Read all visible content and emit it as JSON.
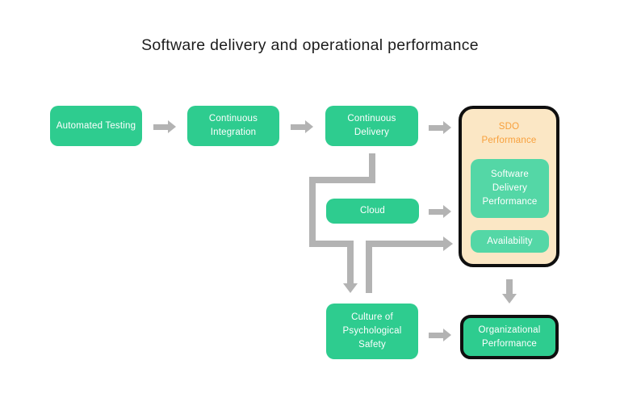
{
  "title": "Software delivery and operational performance",
  "nodes": {
    "automated_testing": {
      "label": "Automated Testing",
      "style": "green"
    },
    "continuous_integration": {
      "label": "Continuous Integration",
      "style": "green"
    },
    "continuous_delivery": {
      "label": "Continuous Delivery",
      "style": "green"
    },
    "cloud": {
      "label": "Cloud",
      "style": "green"
    },
    "culture_of_psychological_safety": {
      "label": "Culture of Psychological Safety",
      "style": "green"
    },
    "sdo_performance": {
      "label": "SDO Performance",
      "style": "cream-outlined-group"
    },
    "software_delivery_performance": {
      "label": "Software Delivery Performance",
      "style": "light-green"
    },
    "availability": {
      "label": "Availability",
      "style": "light-green"
    },
    "organizational_performance": {
      "label": "Organizational Performance",
      "style": "green-outlined"
    }
  },
  "edges": [
    {
      "from": "automated_testing",
      "to": "continuous_integration"
    },
    {
      "from": "continuous_integration",
      "to": "continuous_delivery"
    },
    {
      "from": "continuous_delivery",
      "to": "sdo_performance"
    },
    {
      "from": "continuous_delivery",
      "to": "culture_of_psychological_safety"
    },
    {
      "from": "cloud",
      "to": "software_delivery_performance"
    },
    {
      "from": "culture_of_psychological_safety",
      "to": "availability"
    },
    {
      "from": "culture_of_psychological_safety",
      "to": "organizational_performance"
    },
    {
      "from": "sdo_performance",
      "to": "organizational_performance"
    }
  ],
  "colors": {
    "node_green": "#2ecc8f",
    "node_green_light": "#54d7a6",
    "container_cream": "#fbe7c5",
    "sdo_label_orange": "#f8a03c",
    "arrow_gray": "#b3b3b3",
    "outline_black": "#0f0f0f",
    "title_text": "#1d1d1d",
    "node_text": "#ffffff",
    "background": "#ffffff"
  }
}
